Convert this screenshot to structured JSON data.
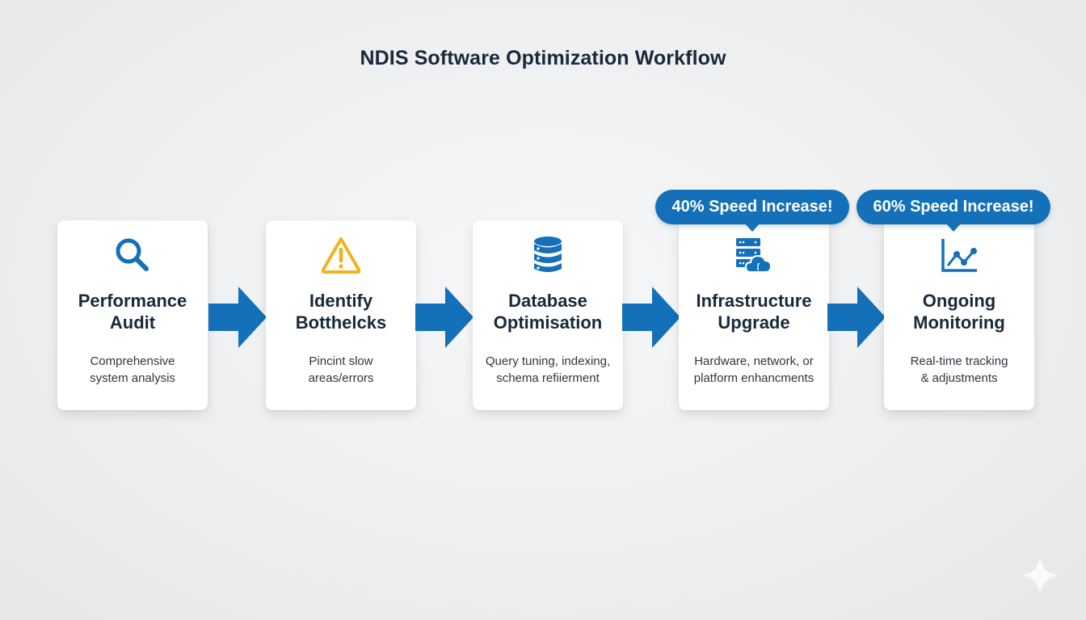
{
  "title": "NDIS Software Optimization Workflow",
  "colors": {
    "primary_blue": "#1370b9",
    "warning_amber": "#f2b21c",
    "heading_text": "#17293a",
    "body_text": "#2d3640",
    "card_bg": "#ffffff",
    "page_bg": "#eeeff0"
  },
  "steps": [
    {
      "icon": "magnifier-icon",
      "heading": "Performance Audit",
      "heading_line1": "Performance",
      "heading_line2": "Audit",
      "desc_line1": "Comprehensive",
      "desc_line2": "system analysis"
    },
    {
      "icon": "warning-triangle-icon",
      "heading": "Identify Botthelcks",
      "heading_line1": "Identify",
      "heading_line2": "Botthelcks",
      "desc_line1": "Pincint slow",
      "desc_line2": "areas/errors"
    },
    {
      "icon": "database-icon",
      "heading": "Database Optimisation",
      "heading_line1": "Database",
      "heading_line2": "Optimisation",
      "desc_line1": "Query tuning, indexing,",
      "desc_line2": "schema refiierment"
    },
    {
      "icon": "server-cloud-icon",
      "heading": "Infrastructure Upgrade",
      "heading_line1": "Infrastructure",
      "heading_line2": "Upgrade",
      "desc_line1": "Hardware, network, or",
      "desc_line2": "platform enhancments",
      "badge": "40% Speed Increase!"
    },
    {
      "icon": "line-chart-icon",
      "heading": "Ongoing Monitoring",
      "heading_line1": "Ongoing",
      "heading_line2": "Monitoring",
      "desc_line1": "Real-time tracking",
      "desc_line2": "& adjustments",
      "badge": "60% Speed Increase!"
    }
  ],
  "arrows": [
    {
      "from": "Performance Audit",
      "to": "Identify Botthelcks"
    },
    {
      "from": "Identify Botthelcks",
      "to": "Database Optimisation"
    },
    {
      "from": "Database Optimisation",
      "to": "Infrastructure Upgrade"
    },
    {
      "from": "Infrastructure Upgrade",
      "to": "Ongoing Monitoring"
    }
  ]
}
